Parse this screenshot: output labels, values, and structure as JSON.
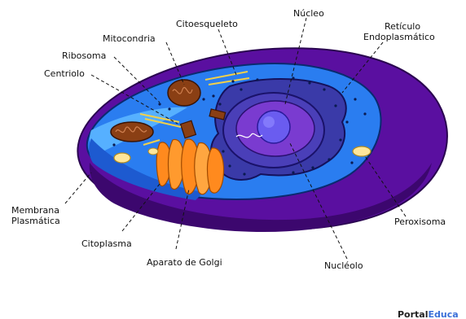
{
  "labels": {
    "nucleo": "Núcleo",
    "citoesqueleto": "Citoesqueleto",
    "reticulo_1": "Retículo",
    "reticulo_2": "Endoplasmático",
    "mitocondria": "Mitocondria",
    "ribosoma": "Ribosoma",
    "centriolo": "Centriolo",
    "membrana_1": "Membrana",
    "membrana_2": "Plasmática",
    "citoplasma": "Citoplasma",
    "golgi": "Aparato de Golgi",
    "nucleolo": "Nucléolo",
    "peroxisoma": "Peroxisoma"
  },
  "watermark": {
    "part_a": "Portal",
    "part_b": "Educa"
  },
  "colors": {
    "membrane": "#5a0fa0",
    "membrane_dark": "#3c076e",
    "cytoplasm": "#2a7df0",
    "cytoplasm_light": "#56b0ff",
    "nucleus_envelope": "#4a3fb8",
    "nucleus_inner": "#7a3bd0",
    "nucleolus": "#6a5cf0",
    "golgi": "#ff8a1e",
    "mitochondria": "#8a3f14",
    "vesicle": "#ffe69a"
  }
}
